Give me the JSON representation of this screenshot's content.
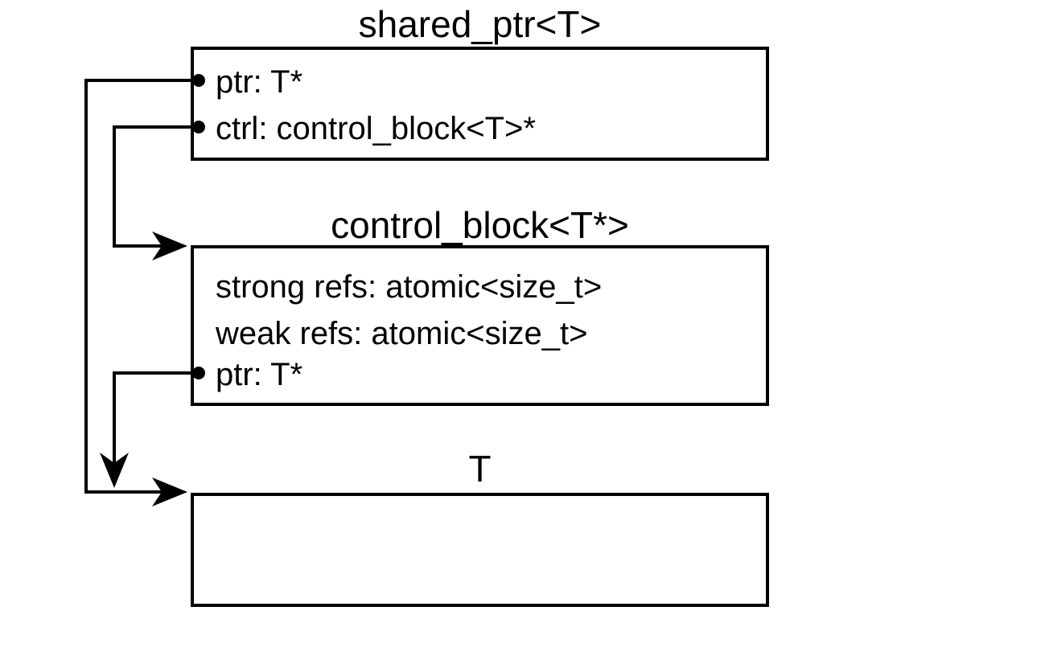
{
  "canvas": {
    "background_color": "#ffffff",
    "line_color": "#000000",
    "text_color": "#000000"
  },
  "boxes": [
    {
      "id": "shared_ptr",
      "title": "shared_ptr<T>",
      "fields": [
        {
          "label": "ptr: T*",
          "bullet": true
        },
        {
          "label": "ctrl: control_block<T>*",
          "bullet": true
        }
      ]
    },
    {
      "id": "control_block",
      "title": "control_block<T*>",
      "fields": [
        {
          "label": "strong refs: atomic<size_t>",
          "bullet": false
        },
        {
          "label": "weak refs: atomic<size_t>",
          "bullet": false
        },
        {
          "label": "ptr: T*",
          "bullet": true
        }
      ]
    },
    {
      "id": "t",
      "title": "T",
      "fields": []
    }
  ],
  "connectors": [
    {
      "name": "shared-ptr-ptr-to-t",
      "from": "shared_ptr.ptr",
      "to": "T",
      "style": "elbow, barbed arrowhead, source bullet"
    },
    {
      "name": "shared-ptr-ctrl-to-control-block",
      "from": "shared_ptr.ctrl",
      "to": "control_block",
      "style": "elbow, barbed arrowhead, source bullet"
    },
    {
      "name": "control-block-ptr-to-t",
      "from": "control_block.ptr",
      "to": "T",
      "style": "elbow, barbed down arrowhead, source bullet"
    }
  ]
}
